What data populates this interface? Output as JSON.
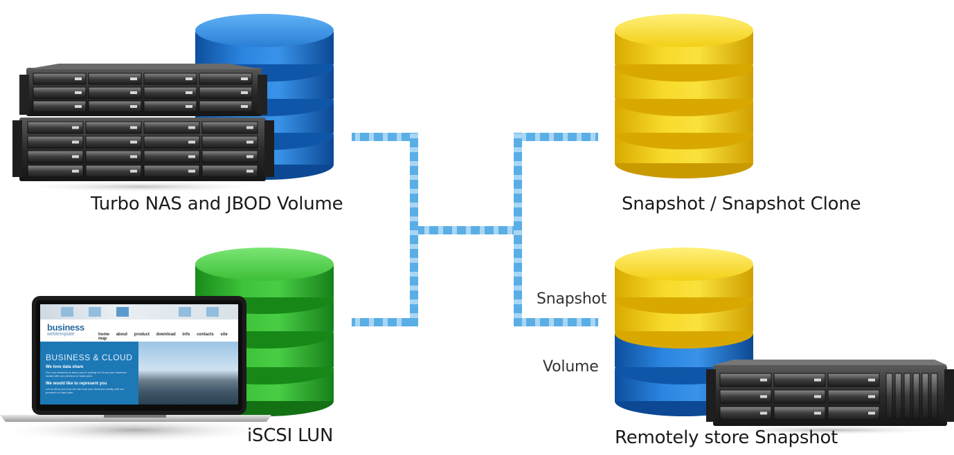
{
  "labels": {
    "nas_volume": "Turbo NAS and JBOD Volume",
    "iscsi_lun": "iSCSI LUN",
    "snapshot_clone": "Snapshot / Snapshot Clone",
    "remote_snapshot": "Remotely store Snapshot",
    "snapshot_layer": "Snapshot",
    "volume_layer": "Volume"
  },
  "laptop_screen": {
    "brand": "business",
    "brand_sub": "webtemplate",
    "nav": [
      "home",
      "about",
      "product",
      "download",
      "info",
      "contacts",
      "site map"
    ],
    "headline": "BUSINESS & CLOUD",
    "block1_title": "We love data share",
    "block1_text": "Our core business is about you're looking for! Grow your business locally with our premium or basic plan.",
    "block2_title": "We would like to represent you",
    "block2_text": "Let us show you how we can help your business locally with our premium or basic plan."
  },
  "colors": {
    "blue_db": "#1f6fc6",
    "green_db": "#2fb02b",
    "yellow_db": "#f4d21b",
    "connector": "#5aaee6",
    "connector_alt": "#9fd1f2"
  },
  "icons": [
    "database-icon",
    "nas-server-icon",
    "laptop-icon",
    "connector-line"
  ]
}
